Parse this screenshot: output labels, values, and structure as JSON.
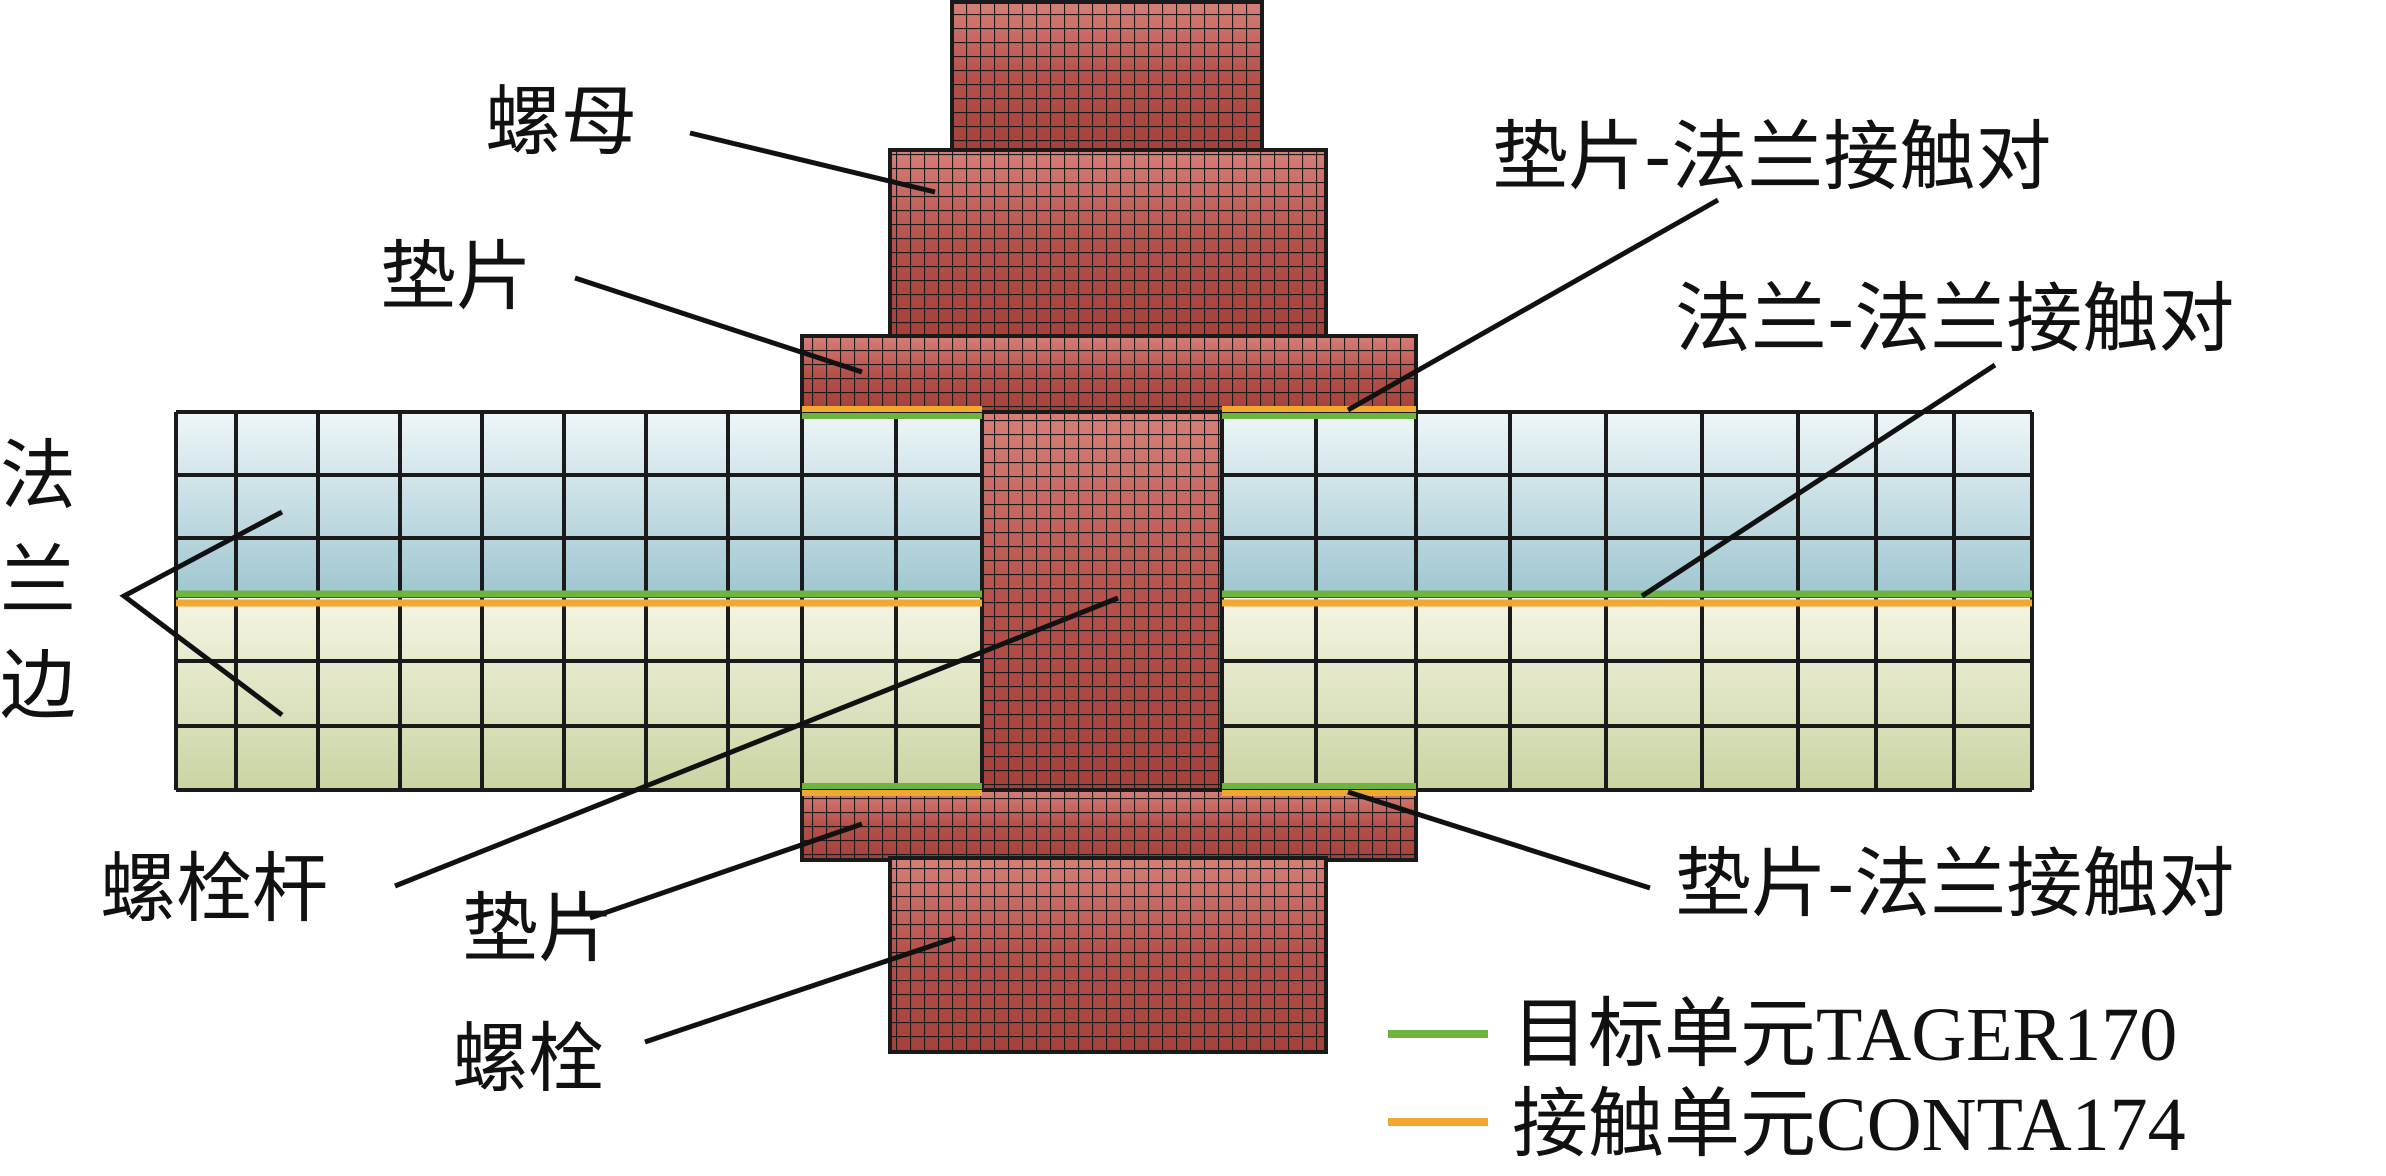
{
  "labels": {
    "nut": "螺母",
    "washer_top": "垫片",
    "flange": "法\n兰\n边",
    "bolt_shank": "螺栓杆",
    "washer_bottom": "垫片",
    "bolt": "螺栓",
    "washer_flange_top": "垫片-法兰接触对",
    "flange_flange": "法兰-法兰接触对",
    "washer_flange_bottom": "垫片-法兰接触对"
  },
  "legend": [
    {
      "text": "目标单元TAGER170",
      "color": "#6db33f"
    },
    {
      "text": "接触单元CONTA174",
      "color": "#f0a830"
    }
  ],
  "colors": {
    "bolt": "#b9524c",
    "flange_top": "#a9cdd6",
    "flange_bottom": "#d2dab0",
    "target_line": "#6db33f",
    "contact_line": "#f0a830",
    "mesh": "#1a1a1a"
  }
}
